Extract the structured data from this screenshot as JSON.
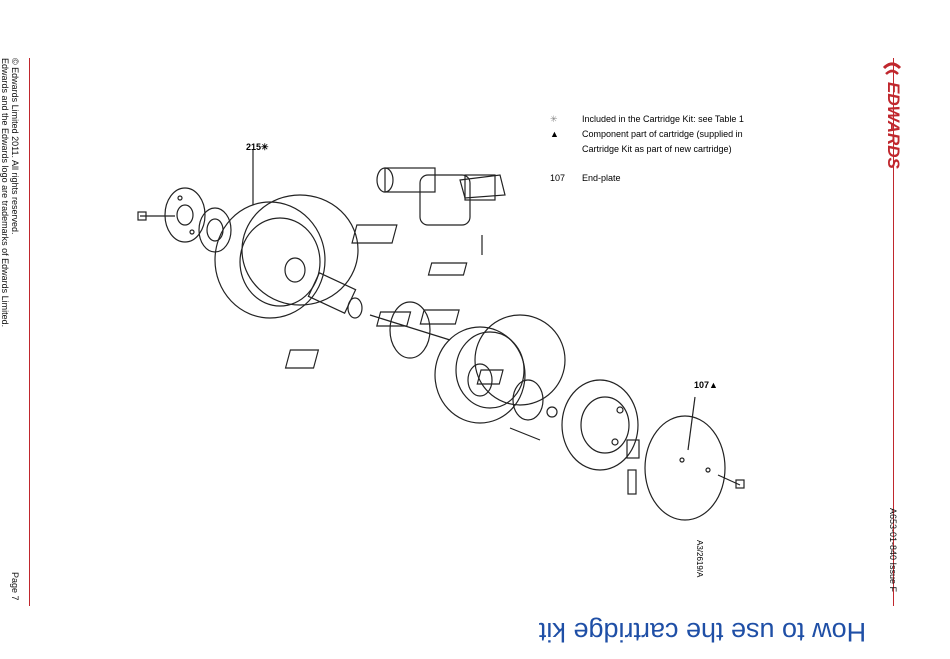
{
  "footer_left": {
    "copyright": "© Edwards Limited 2011. All rights reserved.",
    "trademark": "Edwards and the Edwards logo are trademarks of Edwards Limited.",
    "page": "Page 7"
  },
  "footer_right": {
    "doc_id": "A653-01-840 Issue F",
    "logo_text": "EDWARDS"
  },
  "title": "How to use the cartridge kit",
  "legend": {
    "items": [
      {
        "symbol": "✳",
        "lines": [
          "Included in the Cartridge Kit: see Table 1"
        ]
      },
      {
        "symbol": "▲",
        "lines": [
          "Component part of cartridge (supplied in",
          "Cartridge Kit as part of new cartridge)"
        ]
      },
      {
        "symbol": "107",
        "lines": [
          "End-plate"
        ]
      }
    ]
  },
  "figure": {
    "callouts": [
      "215✳",
      "107▲"
    ],
    "code": "A3/2619/A"
  },
  "colors": {
    "brand_red": "#c0272d",
    "title_blue": "#1f4fa6"
  }
}
